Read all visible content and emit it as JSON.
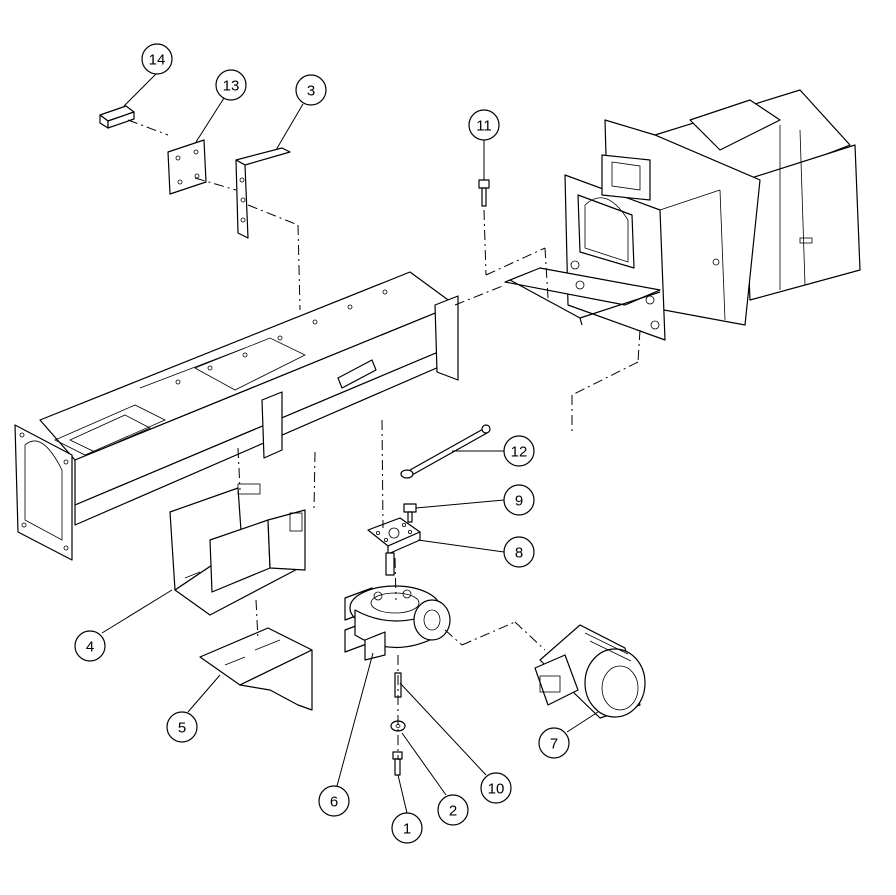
{
  "callouts": [
    {
      "id": "c1",
      "number": "1"
    },
    {
      "id": "c2",
      "number": "2"
    },
    {
      "id": "c3",
      "number": "3"
    },
    {
      "id": "c4",
      "number": "4"
    },
    {
      "id": "c5",
      "number": "5"
    },
    {
      "id": "c6",
      "number": "6"
    },
    {
      "id": "c7",
      "number": "7"
    },
    {
      "id": "c8",
      "number": "8"
    },
    {
      "id": "c9",
      "number": "9"
    },
    {
      "id": "c10",
      "number": "10"
    },
    {
      "id": "c11",
      "number": "11"
    },
    {
      "id": "c12",
      "number": "12"
    },
    {
      "id": "c13",
      "number": "13"
    },
    {
      "id": "c14",
      "number": "14"
    }
  ]
}
